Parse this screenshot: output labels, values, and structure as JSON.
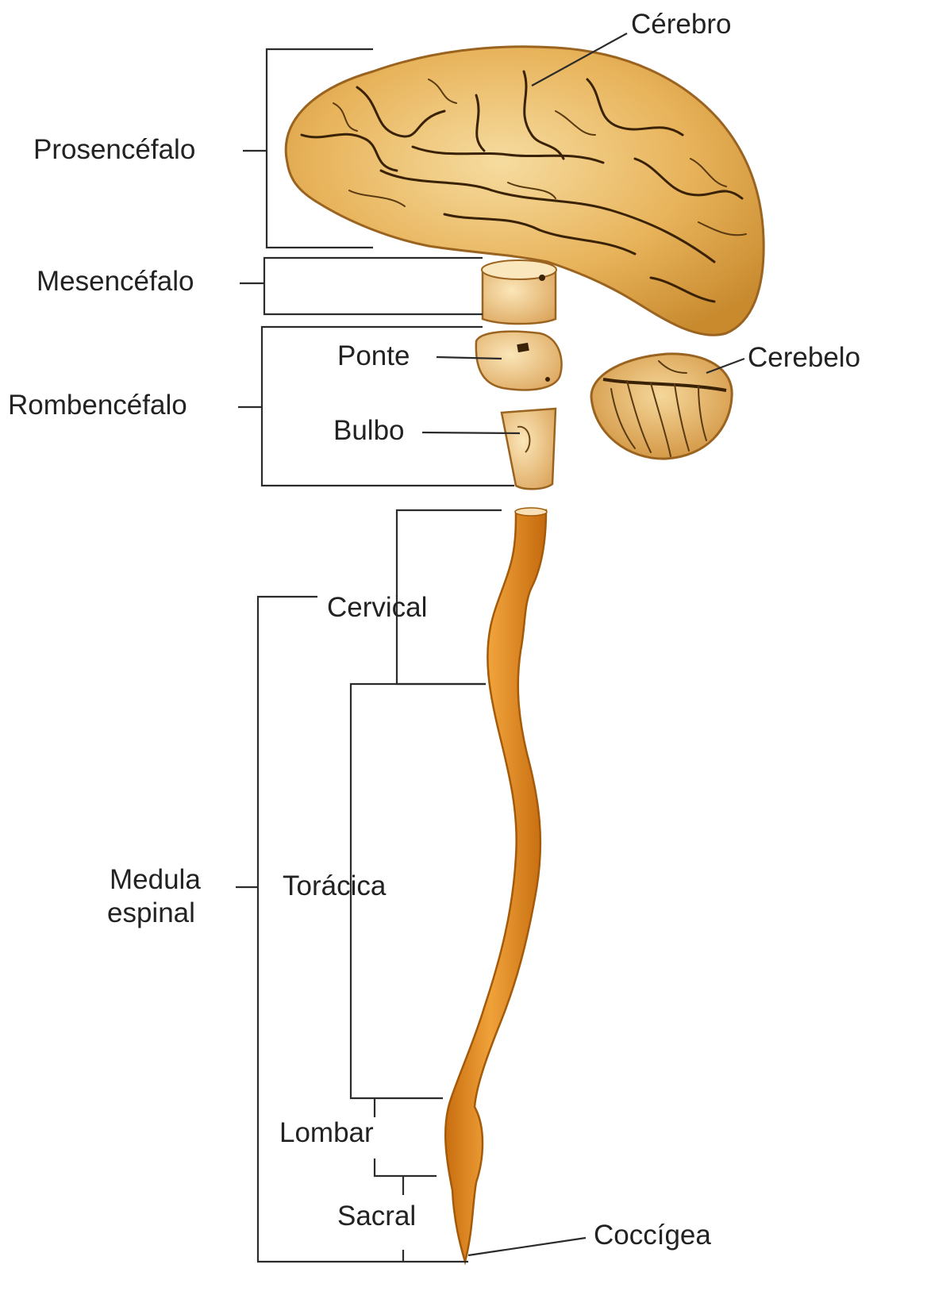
{
  "labels": {
    "cerebro": "Cérebro",
    "prosencefalo": "Prosencéfalo",
    "mesencefalo": "Mesencéfalo",
    "ponte": "Ponte",
    "cerebelo": "Cerebelo",
    "rombencefalo": "Rombencéfalo",
    "bulbo": "Bulbo",
    "cervical": "Cervical",
    "medula_line1": "Medula",
    "medula_line2": "espinal",
    "toracica": "Torácica",
    "lombar": "Lombar",
    "sacral": "Sacral",
    "coccigea": "Coccígea"
  },
  "colors": {
    "brain_fill": "#e3a84a",
    "brain_light": "#f3d28e",
    "sulci": "#3a2206",
    "cord_fill": "#e08a1e",
    "cord_dark": "#b8620c",
    "line": "#2b2b2b",
    "text": "#222222"
  }
}
